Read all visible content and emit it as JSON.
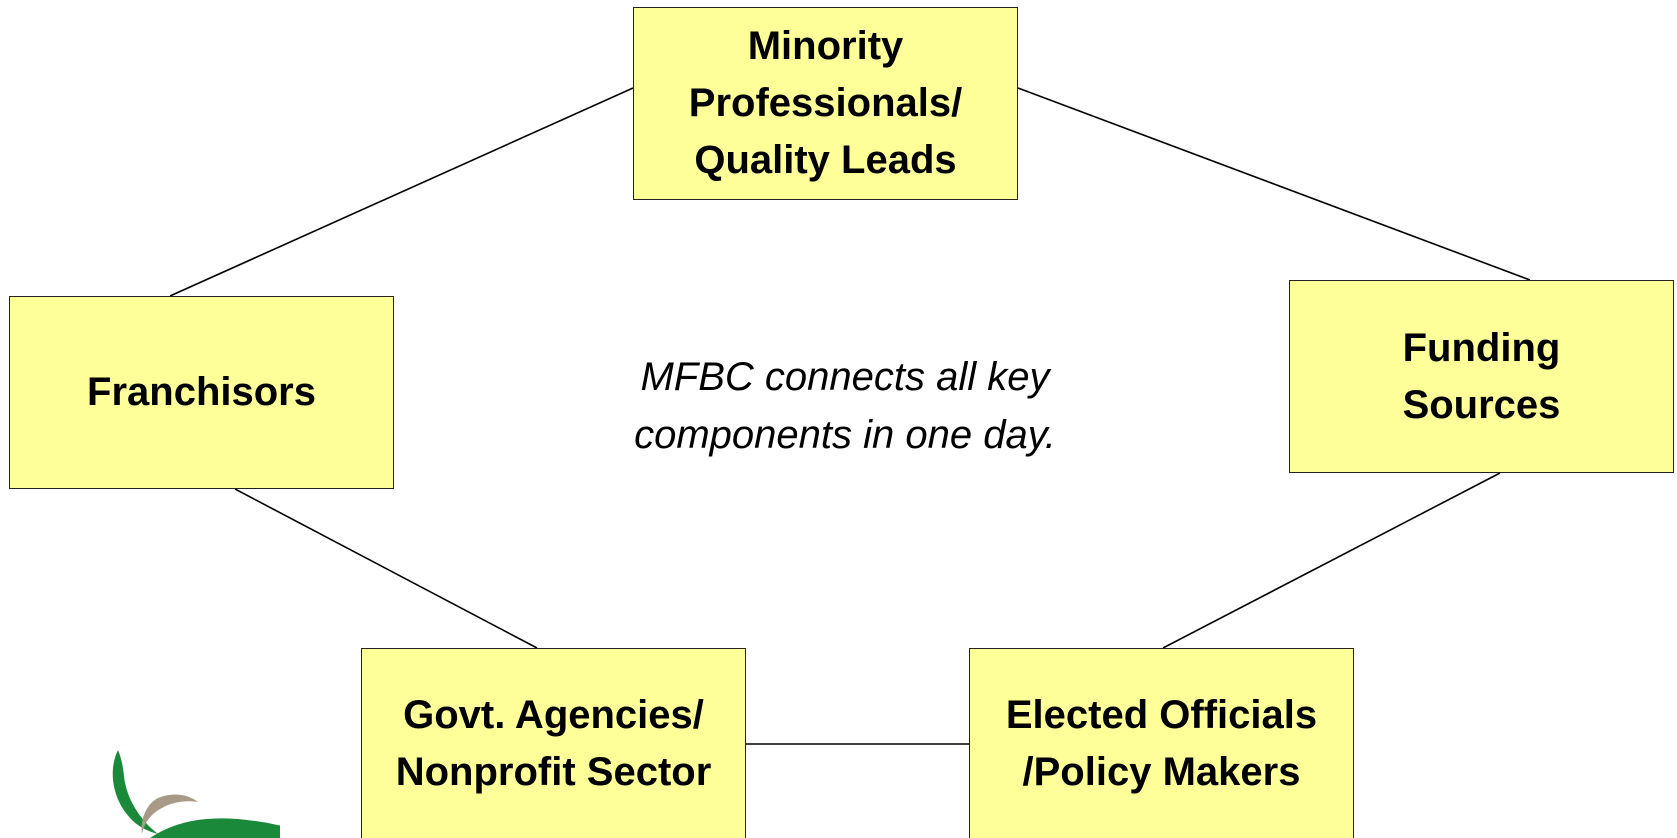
{
  "diagram": {
    "nodes": {
      "minority": {
        "label": "Minority\nProfessionals/\nQuality Leads"
      },
      "franchisors": {
        "label": "Franchisors"
      },
      "funding": {
        "label": "Funding\nSources"
      },
      "govt": {
        "label": "Govt. Agencies/\nNonprofit Sector"
      },
      "elected": {
        "label": "Elected Officials\n/Policy Makers"
      }
    },
    "center_text": "MFBC connects all key\ncomponents in one day.",
    "edges": [
      [
        "franchisors",
        "minority"
      ],
      [
        "minority",
        "funding"
      ],
      [
        "franchisors",
        "govt"
      ],
      [
        "funding",
        "elected"
      ],
      [
        "govt",
        "elected"
      ]
    ]
  },
  "colors": {
    "node_fill": "#ffff99",
    "node_border": "#222222",
    "line": "#000000",
    "logo_green": "#1a8a3a",
    "logo_tan": "#a89a86"
  },
  "logo": {
    "icon": "leaf-logo-icon"
  }
}
